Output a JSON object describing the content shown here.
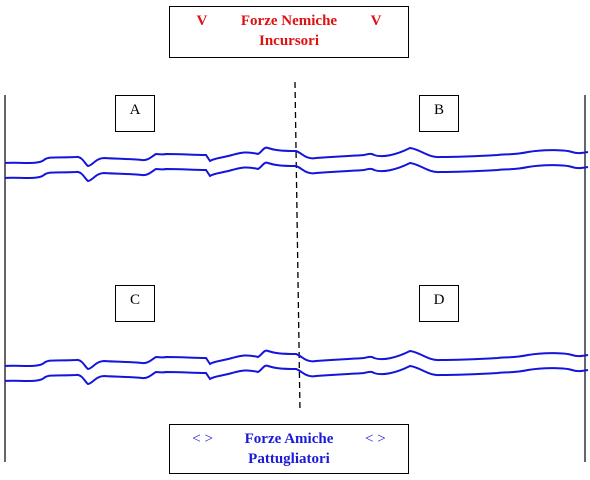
{
  "legend_enemy": {
    "symbol_left": "V",
    "title": "Forze Nemiche",
    "symbol_right": "V",
    "subtitle": "Incursori"
  },
  "legend_friendly": {
    "symbol_left": "< >",
    "title": "Forze Amiche",
    "symbol_right": "< >",
    "subtitle": "Pattugliatori"
  },
  "sectors": {
    "a": "A",
    "b": "B",
    "c": "C",
    "d": "D"
  },
  "colors": {
    "enemy": "#e01010",
    "friendly": "#1a1ad8",
    "river": "#1414dc",
    "lines": "#000000"
  }
}
